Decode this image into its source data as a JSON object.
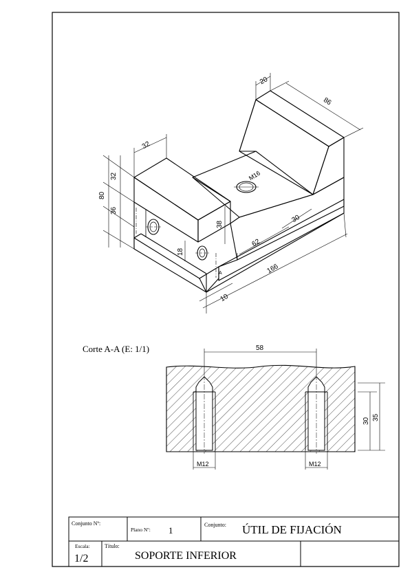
{
  "iso_dims": {
    "d20": "20",
    "d86": "86",
    "d32_top": "32",
    "d32_left": "32",
    "d80": "80",
    "d36": "36",
    "d38": "38",
    "d18": "18",
    "m16": "M16",
    "d30": "30",
    "d62": "62",
    "d166": "166",
    "d10": "10",
    "section_mark": "A"
  },
  "section": {
    "title": "Corte A-A (E: 1/1)",
    "d58": "58",
    "d30": "30",
    "d35": "35",
    "m12_left": "M12",
    "m12_right": "M12"
  },
  "title_block": {
    "conjunto_no_label": "Conjunto Nº:",
    "plano_label": "Plano Nº:",
    "plano_value": "1",
    "conjunto_label": "Conjunto:",
    "conjunto_value": "ÚTIL DE FIJACIÓN",
    "escala_label": "Escala:",
    "escala_value": "1/2",
    "titulo_label": "Título:",
    "titulo_value": "SOPORTE INFERIOR"
  }
}
